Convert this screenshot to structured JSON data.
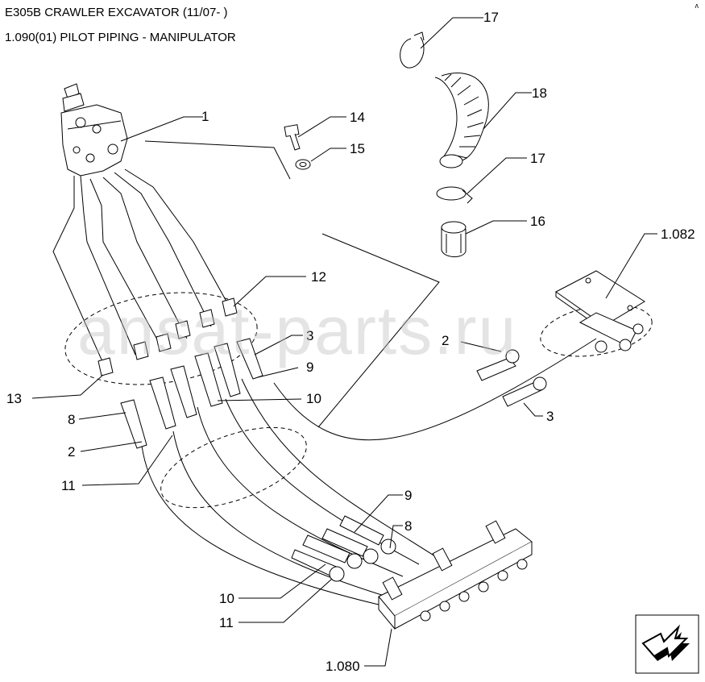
{
  "header": {
    "model": "E305B CRAWLER EXCAVATOR (11/07- )",
    "section": "1.090(01) PILOT PIPING - MANIPULATOR"
  },
  "corner_mark": "ʌ",
  "watermark": "ansat-parts.ru",
  "callouts": {
    "c1": "1",
    "c14": "14",
    "c15": "15",
    "c17a": "17",
    "c18": "18",
    "c17b": "17",
    "c16": "16",
    "c1082": "1.082",
    "c12": "12",
    "c3a": "3",
    "c9a": "9",
    "c2a": "2",
    "c3b": "3",
    "c13": "13",
    "c10a": "10",
    "c8a": "8",
    "c2b": "2",
    "c11a": "11",
    "c9b": "9",
    "c8b": "8",
    "c10b": "10",
    "c11b": "11",
    "c1080": "1.080"
  },
  "icons": {
    "navigate": "next-page-arrow-icon"
  },
  "colors": {
    "line": "#000000",
    "background": "#ffffff",
    "watermark": "#bebebe"
  }
}
